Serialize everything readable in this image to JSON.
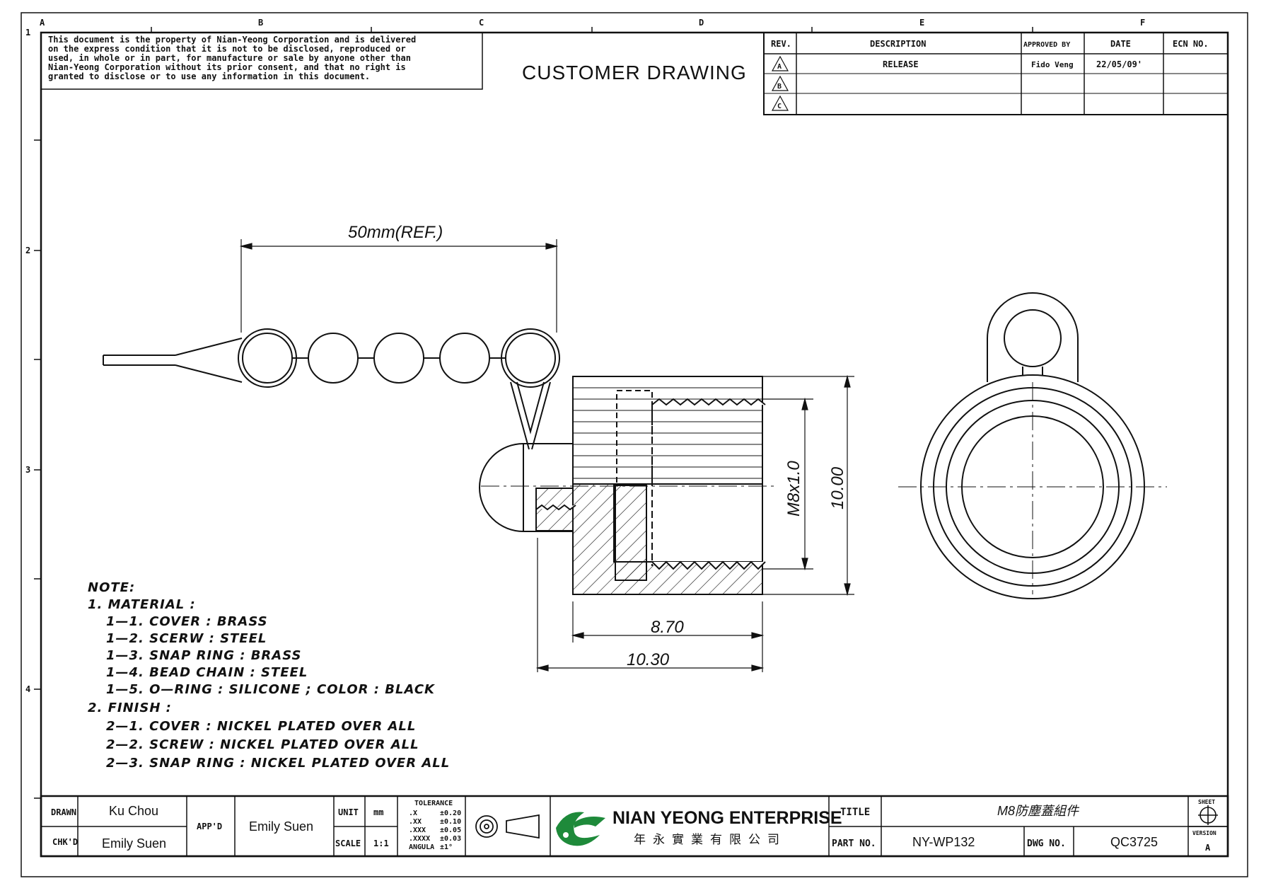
{
  "notice": [
    "This document is the property of Nian-Yeong Corporation and is delivered",
    "on   the   express condition that it is not to be disclosed, reproduced or",
    "used, in whole or in part, for manufacture or sale by anyone other than",
    "Nian-Yeong Corporation without  its prior consent, and that  no right  is",
    "granted to disclose or to use any information in this  document."
  ],
  "drawing_title": "CUSTOMER  DRAWING",
  "grid": {
    "columns": [
      "A",
      "B",
      "C",
      "D",
      "E",
      "F"
    ],
    "rows": [
      "1",
      "2",
      "3",
      "4"
    ]
  },
  "revision_table": {
    "headers": [
      "REV.",
      "DESCRIPTION",
      "APPROVED BY",
      "DATE",
      "ECN NO."
    ],
    "rows": [
      {
        "rev": "A",
        "description": "RELEASE",
        "approved_by": "Fido Veng",
        "date": "22/05/09'",
        "ecn": ""
      },
      {
        "rev": "B",
        "description": "",
        "approved_by": "",
        "date": "",
        "ecn": ""
      },
      {
        "rev": "C",
        "description": "",
        "approved_by": "",
        "date": "",
        "ecn": ""
      }
    ]
  },
  "dimensions": {
    "chain_length": "50mm(REF.)",
    "thread": "M8x1.0",
    "height": "10.00",
    "body_length": "8.70",
    "total_length": "10.30"
  },
  "notes": [
    "NOTE:",
    "1.  MATERIAL  :",
    "1—1.  COVER  :  BRASS",
    "1—2.  SCERW  :  STEEL",
    "1—3.  SNAP  RING  :  BRASS",
    "1—4.  BEAD  CHAIN  :  STEEL",
    "1—5.  O—RING  :  SILICONE  ;  COLOR  :  BLACK",
    "2.  FINISH  :",
    "2—1.  COVER  :  NICKEL  PLATED  OVER  ALL",
    "2—2.  SCREW  :  NICKEL  PLATED  OVER  ALL",
    "2—3.  SNAP  RING  :  NICKEL  PLATED  OVER  ALL"
  ],
  "title_block": {
    "drawn_label": "DRAWN",
    "drawn_by": "Ku Chou",
    "checked_label": "CHK'D",
    "checked_by": "Emily Suen",
    "approved_label": "APP'D",
    "approved_by": "Emily Suen",
    "unit_label": "UNIT",
    "unit_value": "mm",
    "scale_label": "SCALE",
    "scale_value": "1:1",
    "tolerance_label": "TOLERANCE",
    "tolerances": [
      {
        "key": ".X",
        "value": "±0.20"
      },
      {
        "key": ".XX",
        "value": "±0.10"
      },
      {
        "key": ".XXX",
        "value": "±0.05"
      },
      {
        "key": ".XXXX",
        "value": "±0.03"
      },
      {
        "key": "ANGULA",
        "value": "±1°"
      }
    ],
    "company_name": "NIAN YEONG ENTERPRISE",
    "company_chinese": "年永實業有限公司",
    "title_label": "TITLE",
    "title_value": "M8防塵蓋組件",
    "part_no_label": "PART NO.",
    "part_no_value": "NY-WP132",
    "dwg_no_label": "DWG NO.",
    "dwg_no_value": "QC3725",
    "sheet_label": "SHEET",
    "version_label": "VERSION",
    "version_value": "A"
  },
  "colors": {
    "ink": "#111111",
    "logo_green": "#1e8a3a",
    "paper": "#ffffff"
  },
  "icons": [
    "first-angle-projection-icon",
    "company-logo-icon",
    "sheet-symbol-icon"
  ]
}
